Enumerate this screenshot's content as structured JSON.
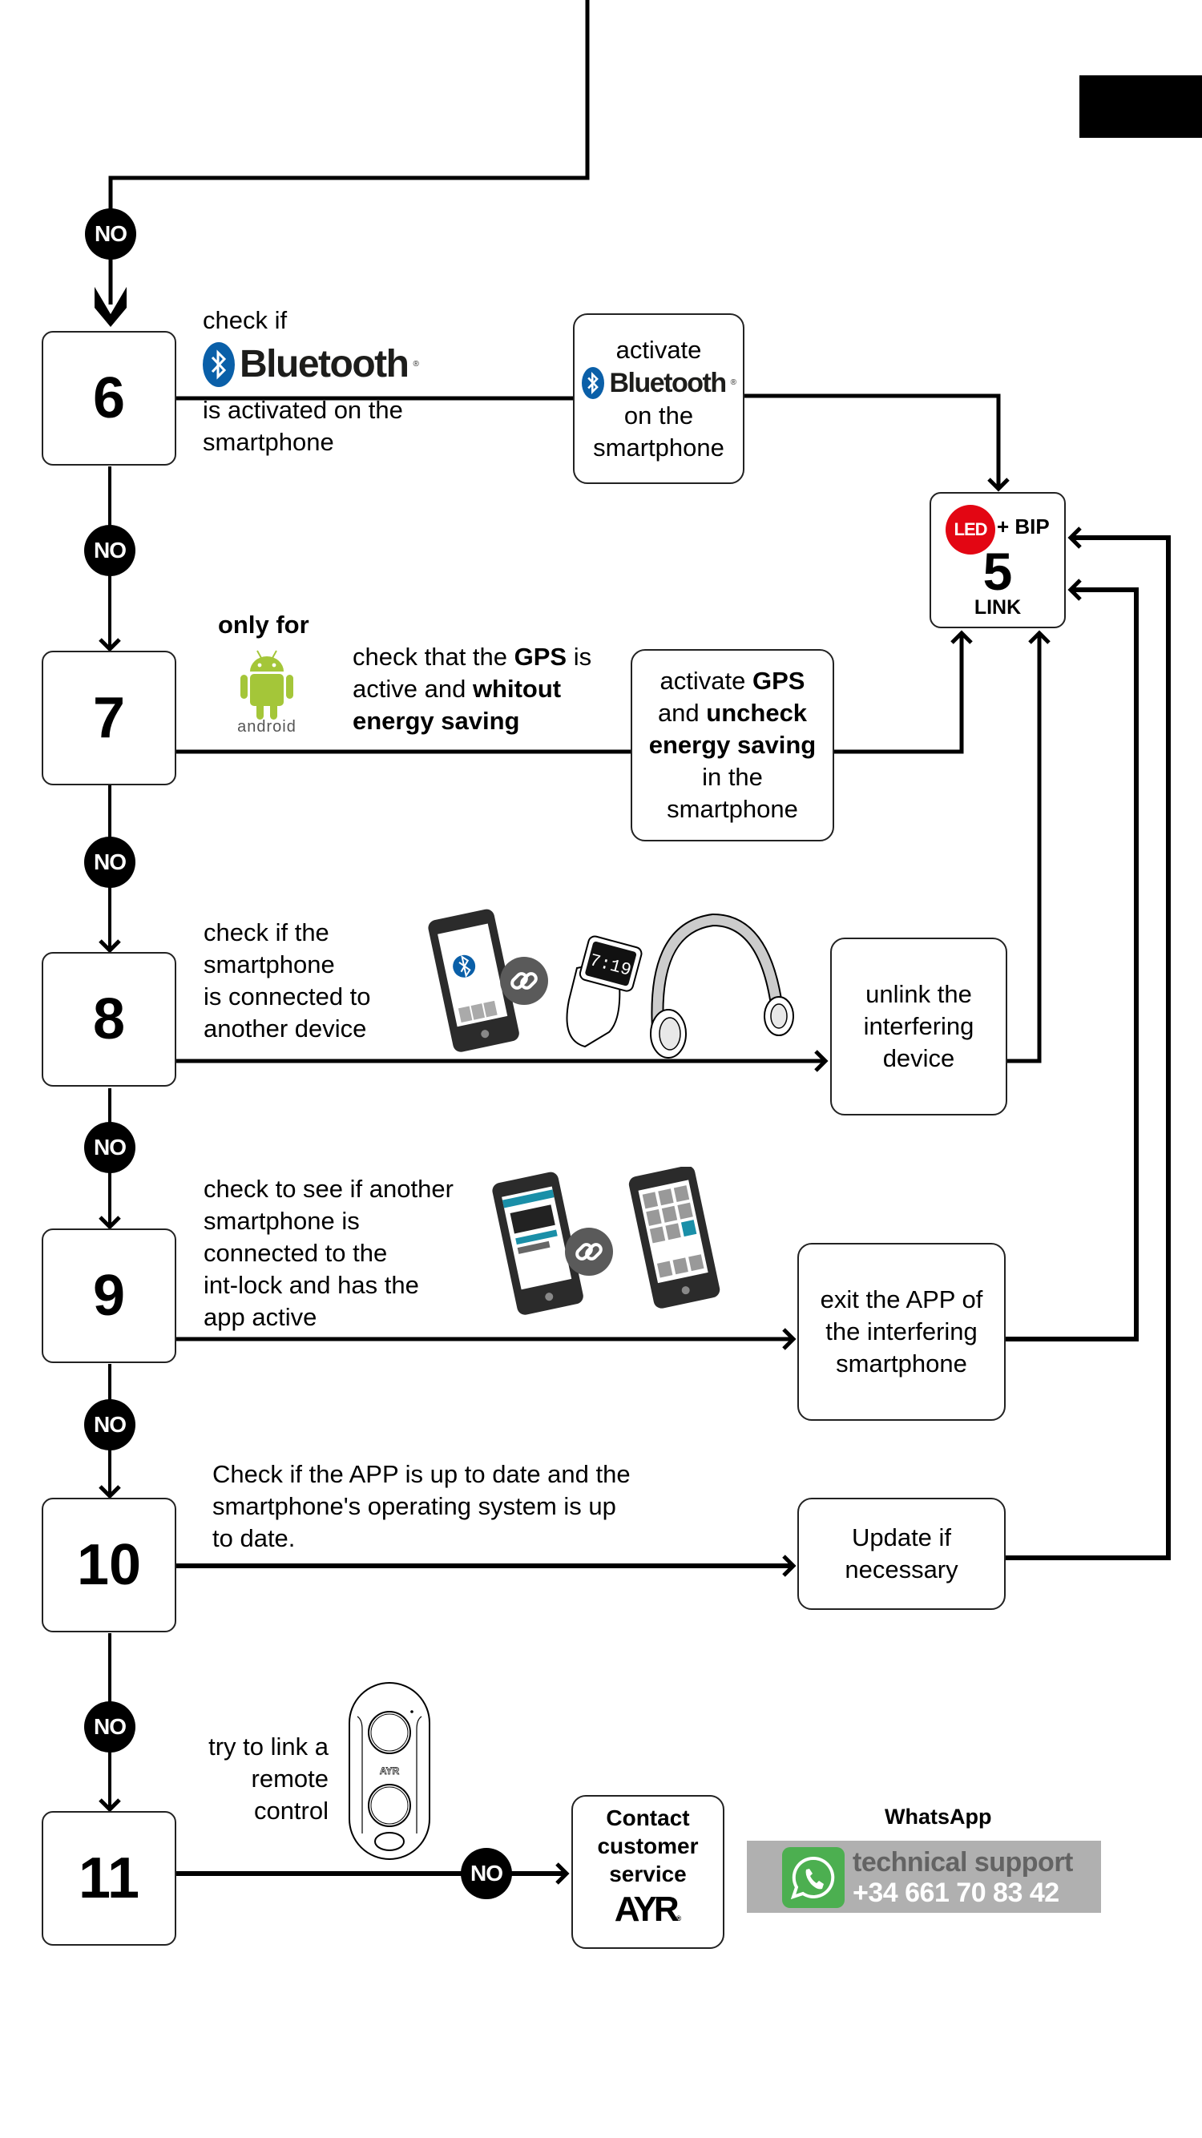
{
  "colors": {
    "line": "#000000",
    "bluetooth_blue": "#0a5fa8",
    "android_green": "#a4c639",
    "led_red": "#e30613",
    "whatsapp_green": "#4caf50",
    "banner_gray": "#b0b0b0",
    "teal": "#1a8fa8"
  },
  "no_label": "NO",
  "steps": [
    {
      "number": "6"
    },
    {
      "number": "7"
    },
    {
      "number": "8"
    },
    {
      "number": "9"
    },
    {
      "number": "10"
    },
    {
      "number": "11"
    }
  ],
  "step6": {
    "check_prefix": "check if",
    "brand": "Bluetooth",
    "registered": "®",
    "check_suffix_line1": "is activated on the",
    "check_suffix_line2": "smartphone",
    "action": {
      "line1": "activate",
      "brand": "Bluetooth",
      "line3": "on the",
      "line4": "smartphone"
    }
  },
  "step7": {
    "only_for": "only for",
    "android_wordmark": "android",
    "desc": {
      "p1": "check that the ",
      "b1": "GPS",
      "p2": " is",
      "p3": "active and ",
      "b2": "whitout",
      "b3": "energy saving"
    },
    "action": {
      "p1": "activate ",
      "b1": "GPS",
      "p2": "and ",
      "b2": "uncheck",
      "b3": "energy saving",
      "p3": "in the",
      "p4": "smartphone"
    }
  },
  "step8": {
    "desc_lines": [
      "check if the",
      "smartphone",
      "is connected to",
      "another device"
    ],
    "watch_time": "7:19",
    "action_lines": [
      "unlink the",
      "interfering",
      "device"
    ]
  },
  "step9": {
    "desc_lines": [
      "check to see if another",
      "smartphone is",
      "connected to the",
      "int-lock and has the",
      "app active"
    ],
    "action_lines": [
      "exit the APP of",
      "the interfering",
      "smartphone"
    ]
  },
  "step10": {
    "desc_lines": [
      "Check if the APP is up to date and the",
      "smartphone's operating system is up",
      "to date."
    ],
    "action_lines": [
      "Update if",
      "necessary"
    ]
  },
  "step11": {
    "desc_lines": [
      "try to link a",
      "remote",
      "control"
    ],
    "remote_brand": "AYR",
    "action_lines": [
      "Contact",
      "customer",
      "service"
    ],
    "action_brand": "AYR"
  },
  "link_step": {
    "led": "LED",
    "bip": "+ BIP",
    "number": "5",
    "label": "LINK"
  },
  "whatsapp": {
    "title": "WhatsApp",
    "line1": "technical support",
    "line2": "+34 661 70 83 42"
  }
}
